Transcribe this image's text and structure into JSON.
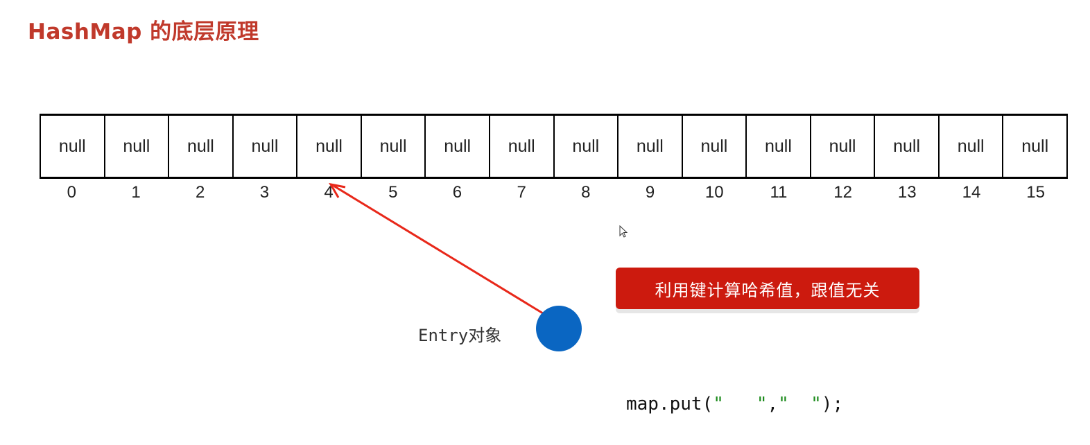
{
  "title": "HashMap 的底层原理",
  "array": {
    "cells": [
      "null",
      "null",
      "null",
      "null",
      "null",
      "null",
      "null",
      "null",
      "null",
      "null",
      "null",
      "null",
      "null",
      "null",
      "null",
      "null"
    ],
    "indices": [
      "0",
      "1",
      "2",
      "3",
      "4",
      "5",
      "6",
      "7",
      "8",
      "9",
      "10",
      "11",
      "12",
      "13",
      "14",
      "15"
    ],
    "target_index": 4
  },
  "entry": {
    "label": "Entry对象",
    "dot_color": "#0a66c2"
  },
  "arrow_color": "#e8281a",
  "callout": {
    "text": "利用键计算哈希值，跟值无关",
    "color": "#cc1a0e"
  },
  "code": {
    "prefix": "map.put(",
    "key": "\"   \"",
    "comma": ",",
    "value": "\"  \"",
    "suffix": ");"
  }
}
